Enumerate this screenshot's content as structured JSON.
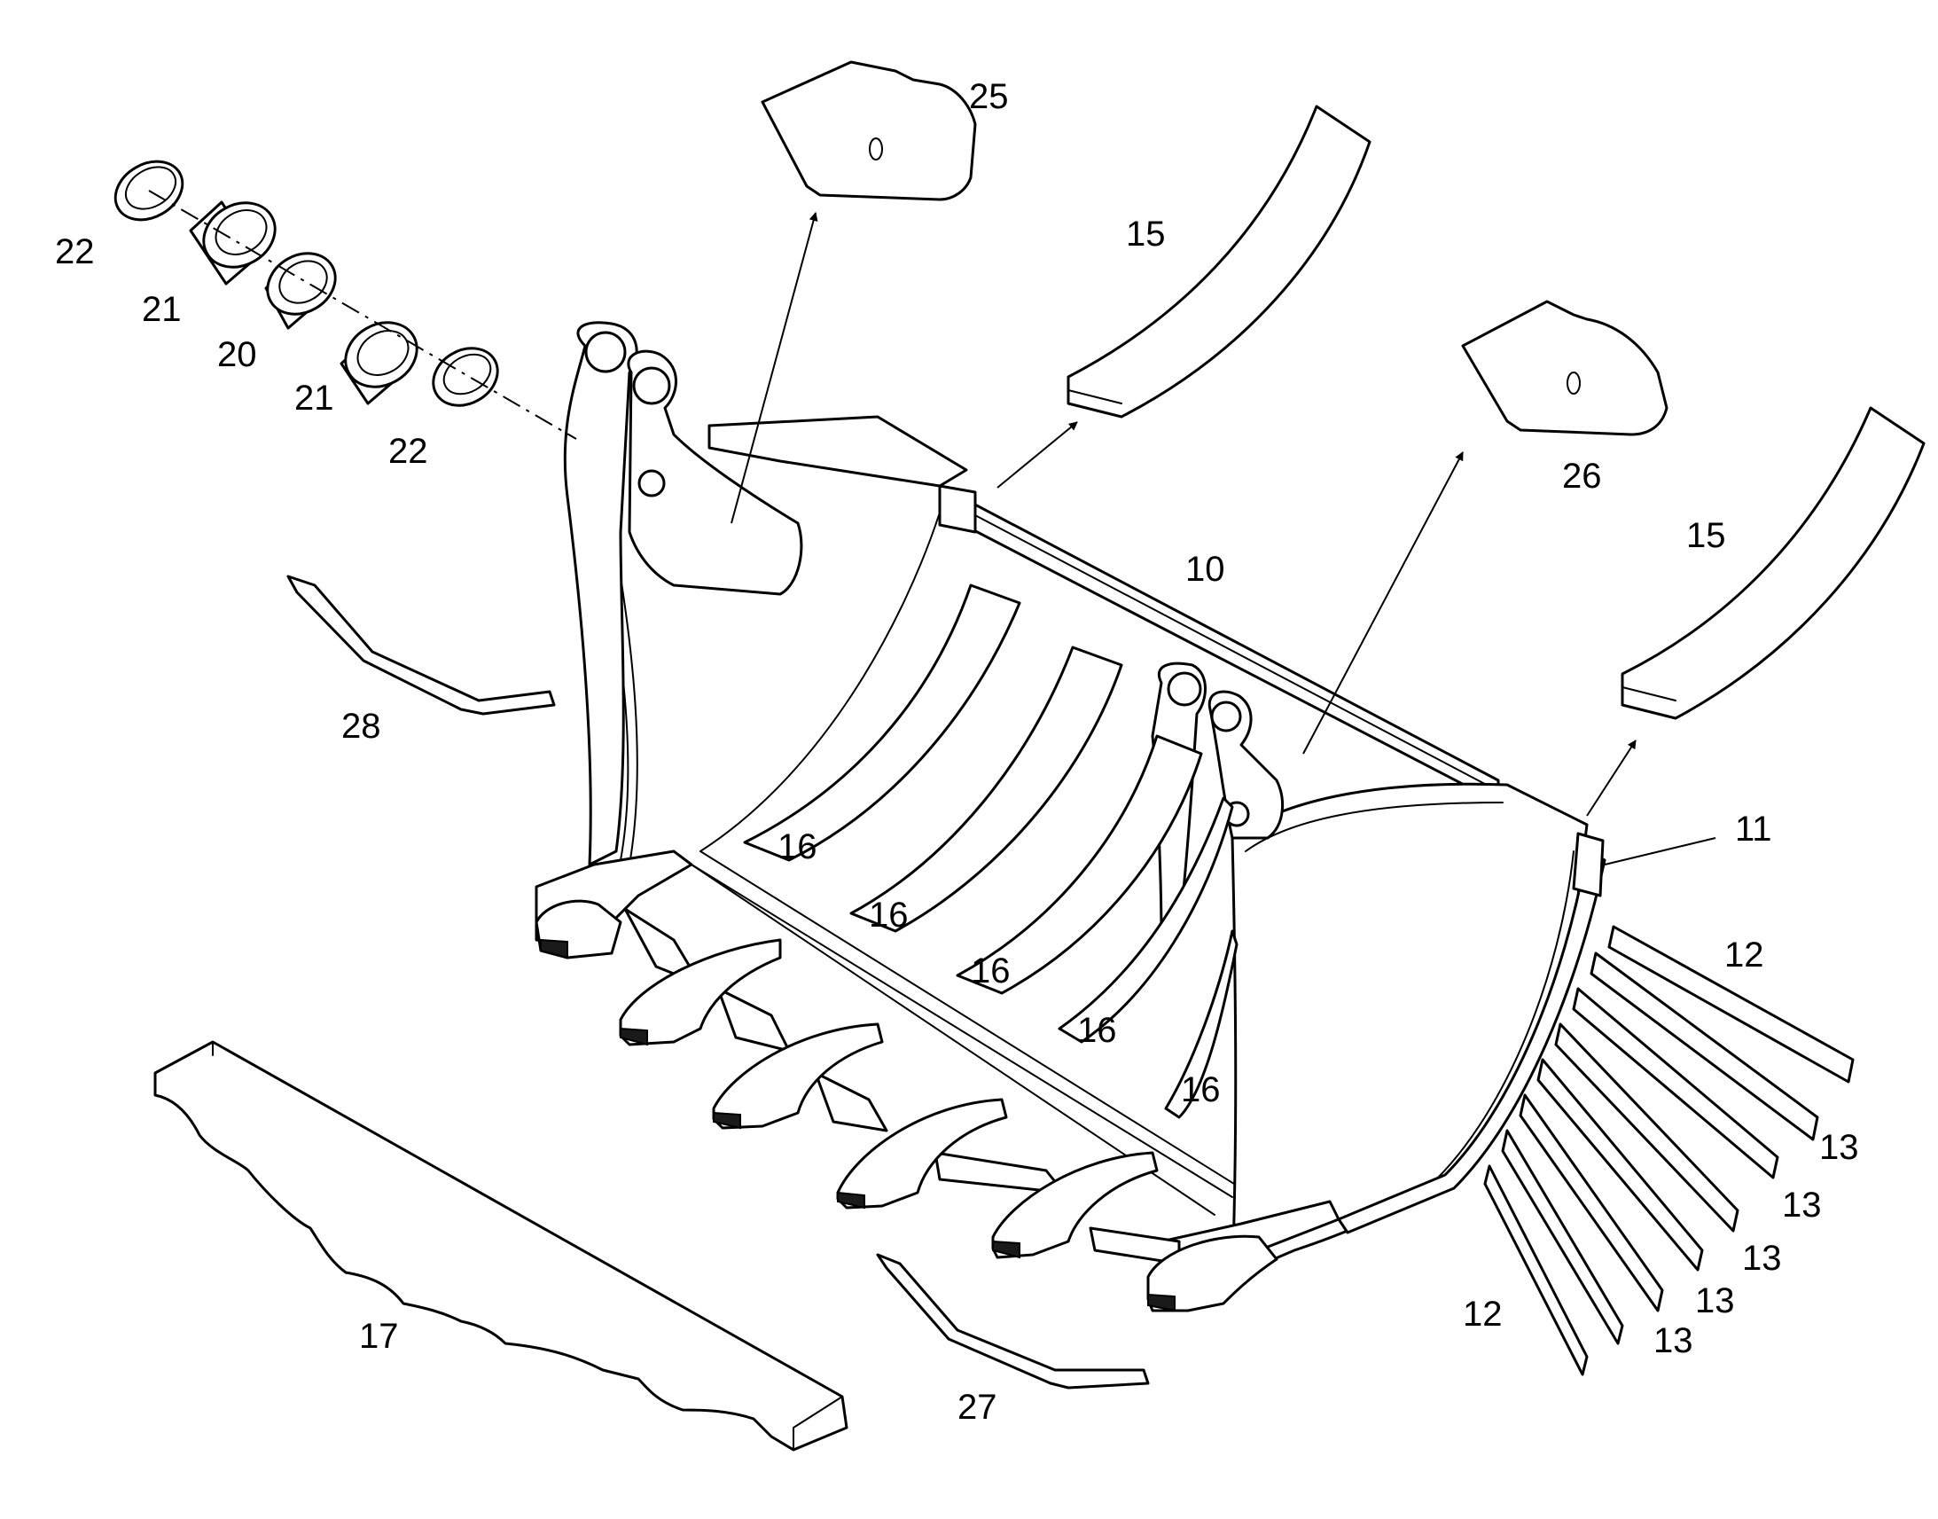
{
  "diagram": {
    "labels": {
      "10": "10",
      "11": "11",
      "12a": "12",
      "12b": "12",
      "13a": "13",
      "13b": "13",
      "13c": "13",
      "13d": "13",
      "13e": "13",
      "15a": "15",
      "15b": "15",
      "16a": "16",
      "16b": "16",
      "16c": "16",
      "16d": "16",
      "16e": "16",
      "17": "17",
      "20": "20",
      "21a": "21",
      "21b": "21",
      "22a": "22",
      "22b": "22",
      "25": "25",
      "26": "26",
      "27": "27",
      "28": "28"
    }
  }
}
